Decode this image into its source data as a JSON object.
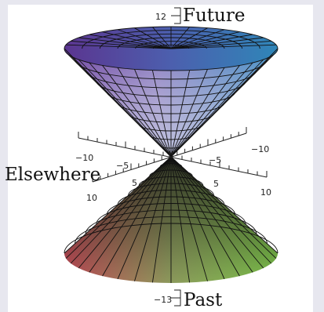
{
  "labels": {
    "future": "Future",
    "past": "Past",
    "elsewhere": "Elsewhere"
  },
  "axis_ticks": {
    "t_top": "12",
    "t_bottom": "−13",
    "x_neg10": "−10",
    "x_neg5": "−5",
    "x_5": "5",
    "x_10": "10",
    "y_neg10": "−10",
    "y_neg5": "−5",
    "y_5": "5",
    "y_10": "10"
  },
  "colors": {
    "upper_cone_rim_left": "#6a3e9e",
    "upper_cone_rim_right": "#3d8ec4",
    "upper_cone_apex": "#aab3c6",
    "lower_cone_rim_left": "#c24a57",
    "lower_cone_rim_right": "#7cc24a",
    "lower_cone_apex": "#2e3328",
    "mesh": "#111111"
  }
}
